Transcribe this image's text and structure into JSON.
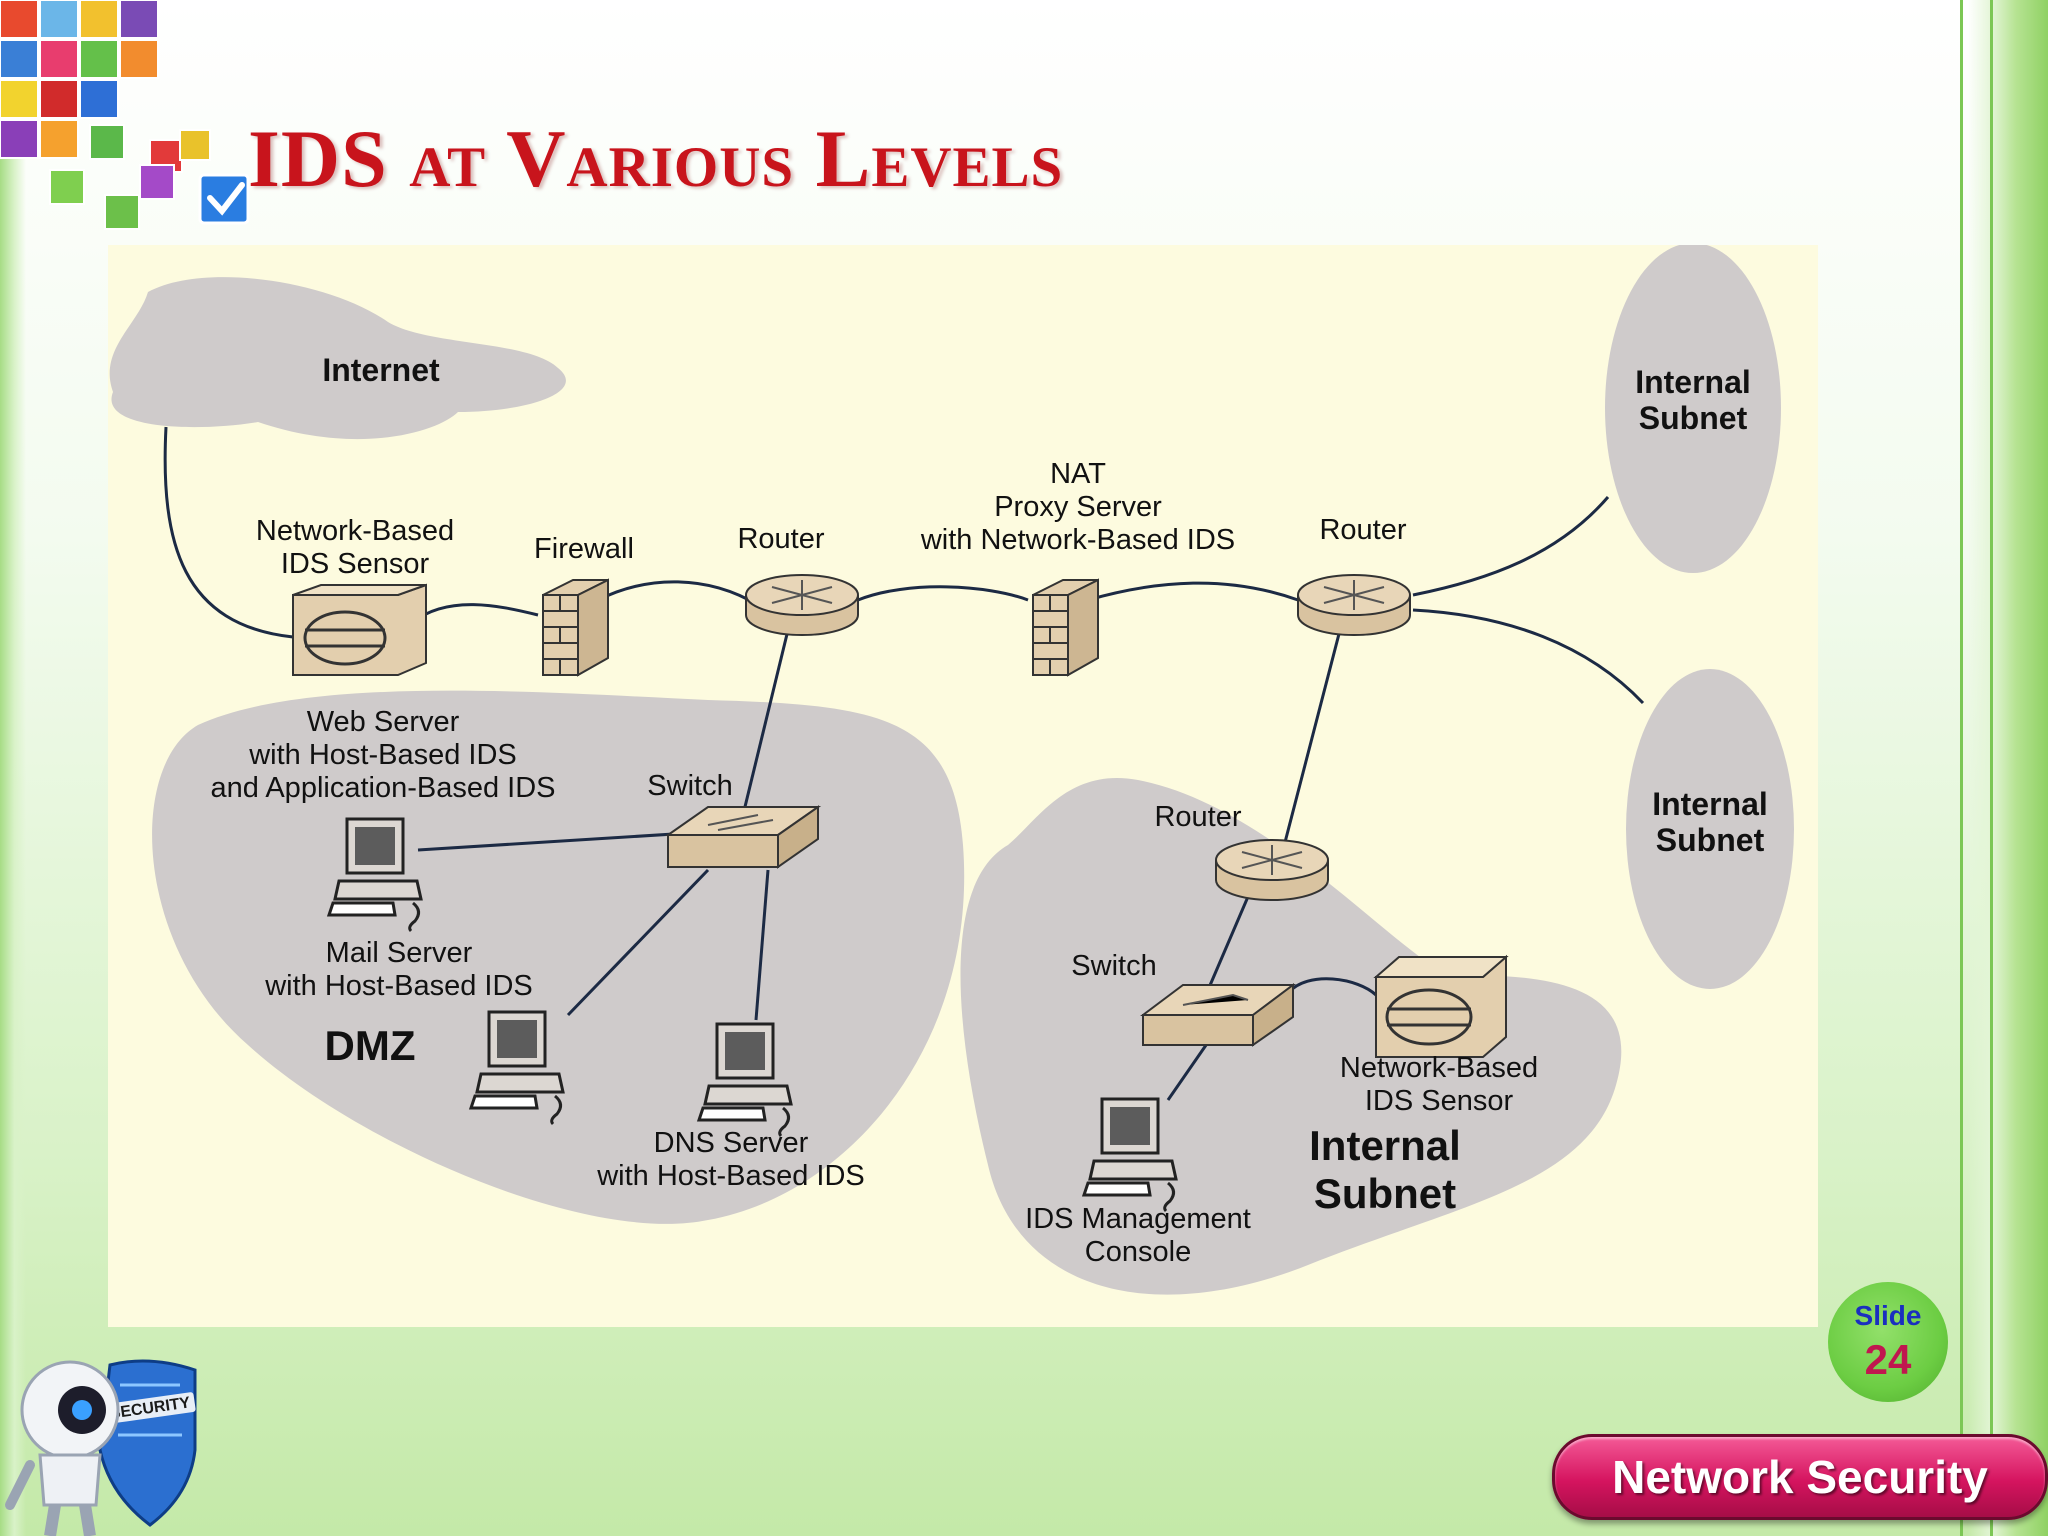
{
  "slide": {
    "title": "IDS at Various Levels",
    "slide_label": "Slide",
    "slide_number": "24",
    "footer": "Network Security",
    "robot_badge": "SECURITY"
  },
  "diagram": {
    "internet": "Internet",
    "internal_subnet_top": [
      "Internal",
      "Subnet"
    ],
    "internal_subnet_mid": [
      "Internal",
      "Subnet"
    ],
    "internal_subnet_bottom": [
      "Internal",
      "Subnet"
    ],
    "nb_ids_sensor_top": [
      "Network-Based",
      "IDS Sensor"
    ],
    "firewall": "Firewall",
    "router_left": "Router",
    "nat_proxy": [
      "NAT",
      "Proxy Server",
      "with Network-Based IDS"
    ],
    "router_right": "Router",
    "web_server": [
      "Web Server",
      "with Host-Based IDS",
      "and Application-Based IDS"
    ],
    "switch_dmz": "Switch",
    "mail_server": [
      "Mail Server",
      "with Host-Based IDS"
    ],
    "dmz": "DMZ",
    "dns_server": [
      "DNS Server",
      "with Host-Based IDS"
    ],
    "router_internal": "Router",
    "switch_internal": "Switch",
    "nb_ids_sensor_internal": [
      "Network-Based",
      "IDS Sensor"
    ],
    "ids_console": [
      "IDS Management",
      "Console"
    ]
  },
  "colors": {
    "title": "#c8141c",
    "panel": "#fdfbdf",
    "zone": "#cfcbcb",
    "device": "#e3cfae",
    "link": "#1c2a44"
  }
}
